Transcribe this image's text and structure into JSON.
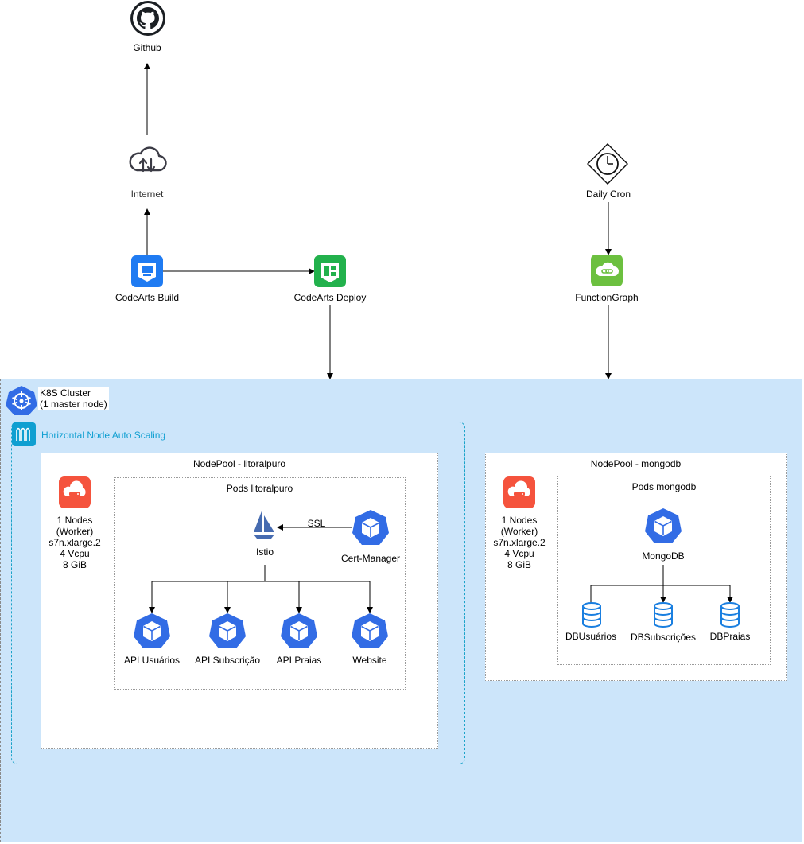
{
  "nodes": {
    "github": "Github",
    "internet": "Internet",
    "codearts_build": "CodeArts Build",
    "codearts_deploy": "CodeArts Deploy",
    "daily_cron": "Daily Cron",
    "functiongraph": "FunctionGraph"
  },
  "cluster": {
    "title": "K8S Cluster",
    "subtitle": "(1 master node)",
    "autoscaling": "Horizontal Node Auto Scaling"
  },
  "nodepool_litoral": {
    "title": "NodePool - litoralpuro",
    "worker": [
      "1 Nodes",
      "(Worker)",
      "s7n.xlarge.2",
      "4 Vcpu",
      "8 GiB"
    ],
    "pods_title": "Pods litoralpuro",
    "istio": "Istio",
    "ssl": "SSL",
    "cert_manager": "Cert-Manager",
    "apis": [
      "API Usuários",
      "API Subscrição",
      "API Praias",
      "Website"
    ]
  },
  "nodepool_mongo": {
    "title": "NodePool - mongodb",
    "worker": [
      "1 Nodes",
      "(Worker)",
      "s7n.xlarge.2",
      "4 Vcpu",
      "8 GiB"
    ],
    "pods_title": "Pods mongodb",
    "mongodb": "MongoDB",
    "dbs": [
      "DBUsuários",
      "DBSubscrições",
      "DBPraias"
    ]
  },
  "colors": {
    "cluster_bg": "#cce5fa",
    "k8s_blue": "#326ce5",
    "build_blue": "#1f7bf2",
    "deploy_green": "#22b14c",
    "functiongraph_green": "#6cc03f",
    "server_orange": "#f5533d",
    "db_blue": "#1a7fe0",
    "autoscaling_cyan": "#0f9fd1"
  }
}
